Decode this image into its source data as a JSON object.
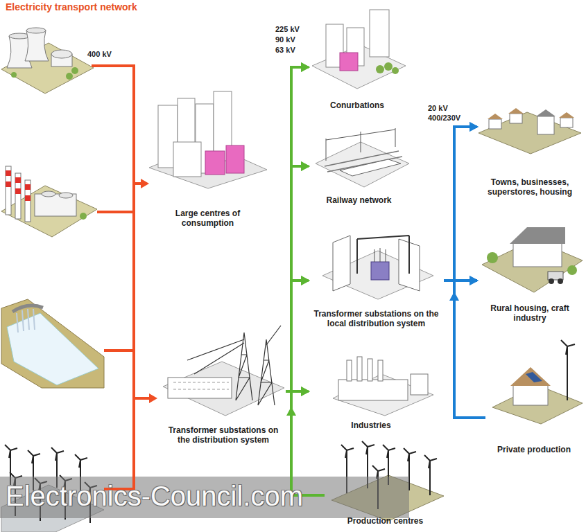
{
  "diagram": {
    "title": "Electricity transport network",
    "nodes": [
      {
        "text": [
          "Large centres of consumption"
        ]
      },
      {
        "text": [
          "Transformer substations on the distribution system"
        ]
      },
      {
        "text": [
          "Conurbations"
        ]
      },
      {
        "text": [
          "Railway network"
        ]
      },
      {
        "text": [
          "Transformer substations on the local distribution system"
        ]
      },
      {
        "text": [
          "Industries"
        ]
      },
      {
        "text": [
          "Production centres"
        ]
      },
      {
        "text": [
          "Towns, businesses, superstores, housing"
        ]
      },
      {
        "text": [
          "Rural housing, craft industry"
        ]
      },
      {
        "text": [
          "Private production"
        ]
      }
    ],
    "edges": [
      {
        "from": 1,
        "to": 2,
        "arrow": "to"
      },
      {
        "from": 1,
        "to": 3,
        "arrow": "to"
      },
      {
        "from": 1,
        "to": 4,
        "arrow": "to"
      },
      {
        "from": 1,
        "to": 5,
        "arrow": "to"
      },
      {
        "from": 6,
        "to": 2,
        "arrow": "to"
      },
      {
        "from": 6,
        "to": 3,
        "arrow": "to"
      },
      {
        "from": 6,
        "to": 4,
        "arrow": "to"
      },
      {
        "from": 6,
        "to": 5,
        "arrow": "to"
      },
      {
        "from": 4,
        "to": 7,
        "arrow": "to"
      },
      {
        "from": 4,
        "to": 8,
        "arrow": "to"
      },
      {
        "from": 9,
        "to": 7,
        "arrow": "to"
      },
      {
        "from": 9,
        "to": 8,
        "arrow": "to"
      }
    ],
    "labels": [
      "400 kV",
      "225 kV",
      "90 kV",
      "63 kV",
      "20 kV",
      "400/230V",
      "Electronics-Council.com"
    ]
  }
}
